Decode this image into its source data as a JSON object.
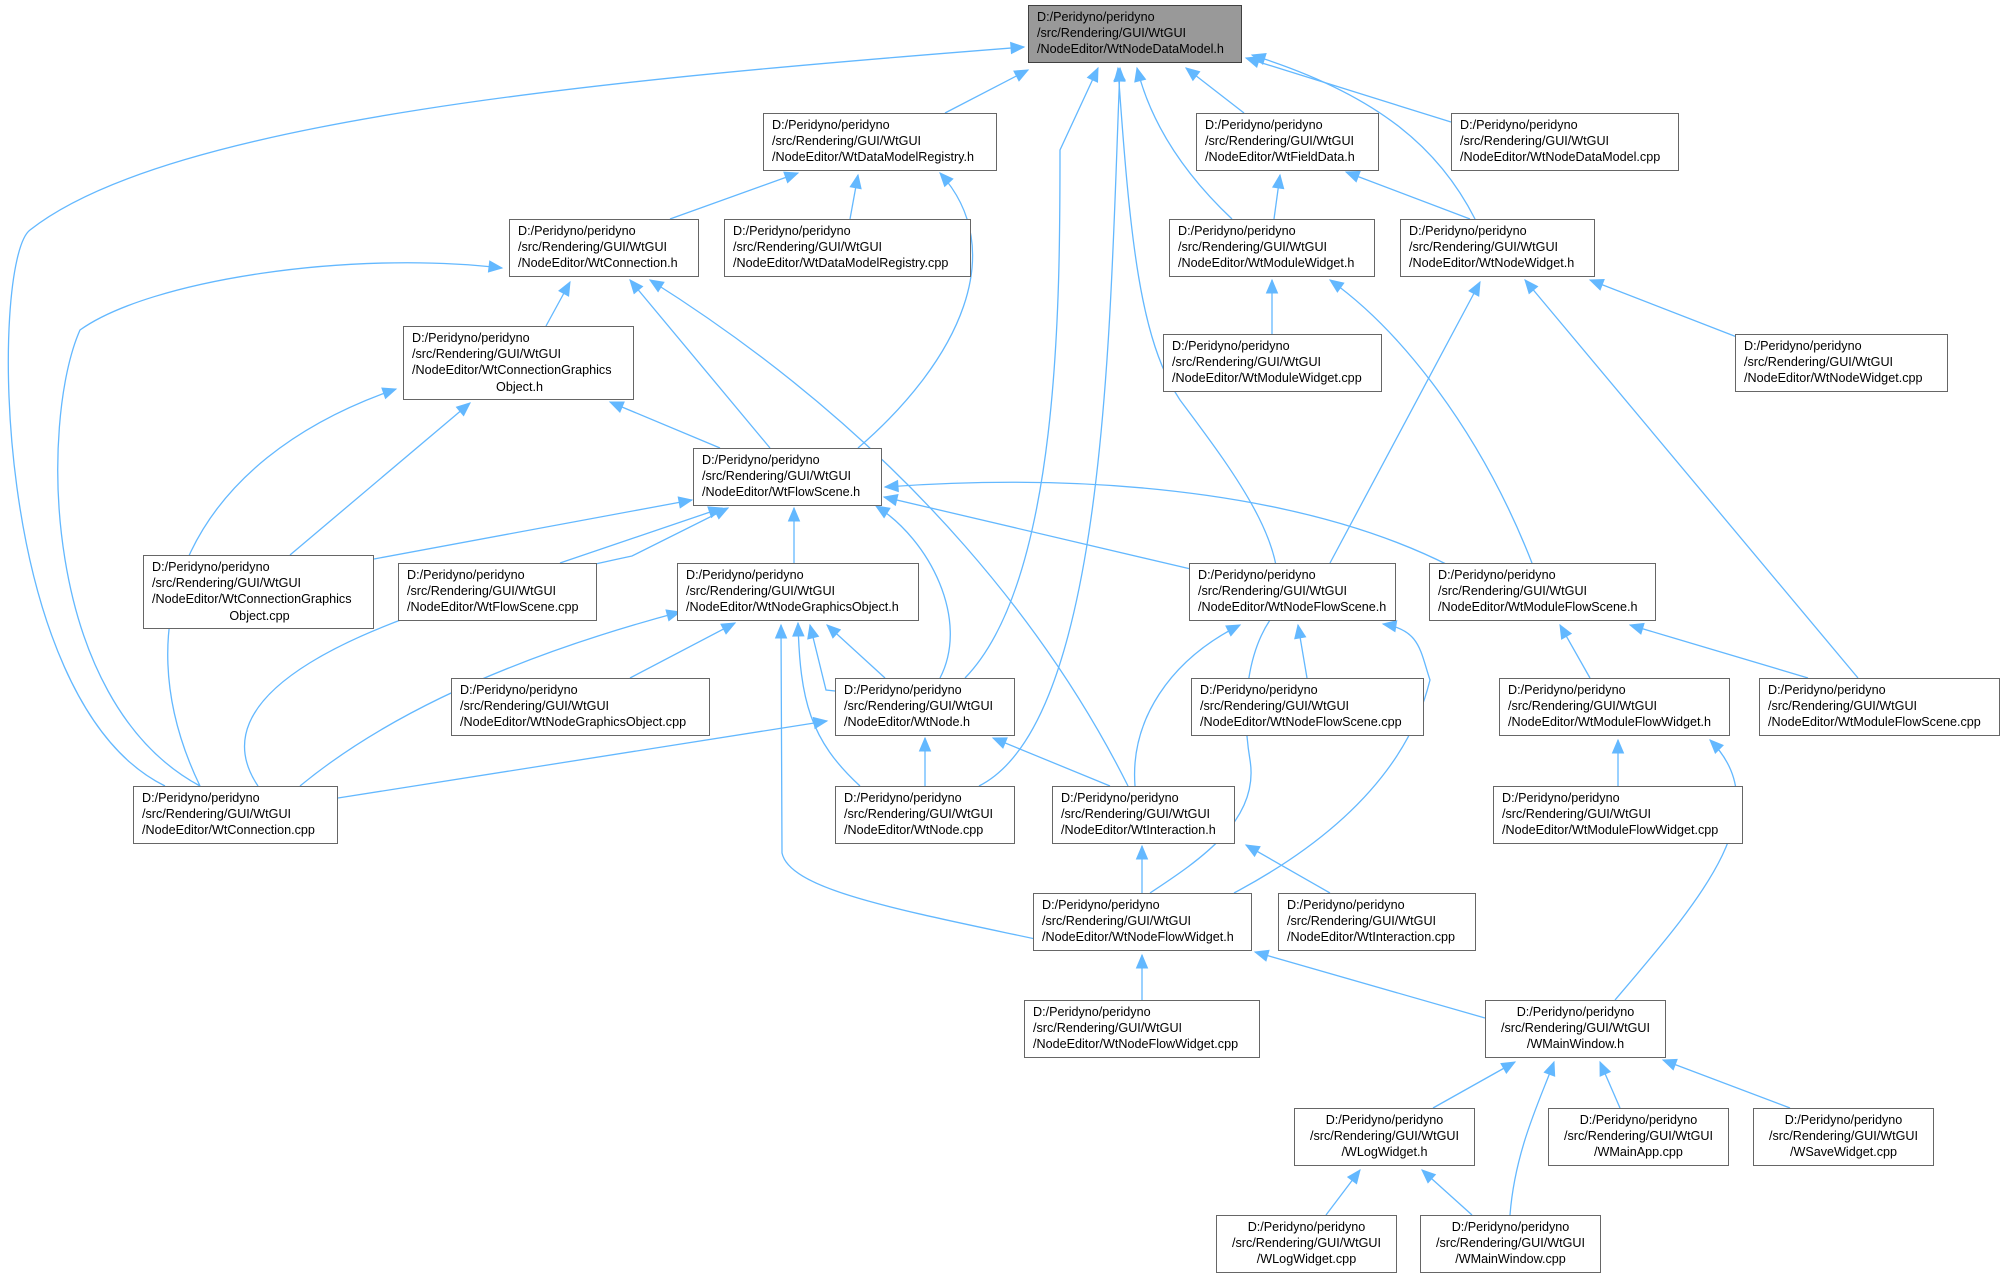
{
  "colors": {
    "edge": "#63b8ff",
    "root_fill": "#999999",
    "node_border": "#666666"
  },
  "nodes": [
    {
      "id": "n1",
      "lines": [
        "D:/Peridyno/peridyno",
        "/src/Rendering/GUI/WtGUI",
        "/NodeEditor/WtNodeDataModel.h"
      ],
      "root": true
    },
    {
      "id": "n2",
      "lines": [
        "D:/Peridyno/peridyno",
        "/src/Rendering/GUI/WtGUI",
        "/NodeEditor/WtDataModelRegistry.h"
      ]
    },
    {
      "id": "n3",
      "lines": [
        "D:/Peridyno/peridyno",
        "/src/Rendering/GUI/WtGUI",
        "/NodeEditor/WtFieldData.h"
      ]
    },
    {
      "id": "n4",
      "lines": [
        "D:/Peridyno/peridyno",
        "/src/Rendering/GUI/WtGUI",
        "/NodeEditor/WtNodeDataModel.cpp"
      ]
    },
    {
      "id": "n5",
      "lines": [
        "D:/Peridyno/peridyno",
        "/src/Rendering/GUI/WtGUI",
        "/NodeEditor/WtConnection.h"
      ]
    },
    {
      "id": "n6",
      "lines": [
        "D:/Peridyno/peridyno",
        "/src/Rendering/GUI/WtGUI",
        "/NodeEditor/WtDataModelRegistry.cpp"
      ]
    },
    {
      "id": "n7",
      "lines": [
        "D:/Peridyno/peridyno",
        "/src/Rendering/GUI/WtGUI",
        "/NodeEditor/WtModuleWidget.h"
      ]
    },
    {
      "id": "n8",
      "lines": [
        "D:/Peridyno/peridyno",
        "/src/Rendering/GUI/WtGUI",
        "/NodeEditor/WtNodeWidget.h"
      ]
    },
    {
      "id": "n9",
      "lines": [
        "D:/Peridyno/peridyno",
        "/src/Rendering/GUI/WtGUI",
        "/NodeEditor/WtConnectionGraphics",
        "Object.h"
      ],
      "center_last": true
    },
    {
      "id": "n10",
      "lines": [
        "D:/Peridyno/peridyno",
        "/src/Rendering/GUI/WtGUI",
        "/NodeEditor/WtModuleWidget.cpp"
      ]
    },
    {
      "id": "n11",
      "lines": [
        "D:/Peridyno/peridyno",
        "/src/Rendering/GUI/WtGUI",
        "/NodeEditor/WtNodeWidget.cpp"
      ]
    },
    {
      "id": "n12",
      "lines": [
        "D:/Peridyno/peridyno",
        "/src/Rendering/GUI/WtGUI",
        "/NodeEditor/WtFlowScene.h"
      ]
    },
    {
      "id": "n13",
      "lines": [
        "D:/Peridyno/peridyno",
        "/src/Rendering/GUI/WtGUI",
        "/NodeEditor/WtConnectionGraphics",
        "Object.cpp"
      ],
      "center_last": true
    },
    {
      "id": "n14",
      "lines": [
        "D:/Peridyno/peridyno",
        "/src/Rendering/GUI/WtGUI",
        "/NodeEditor/WtFlowScene.cpp"
      ]
    },
    {
      "id": "n15",
      "lines": [
        "D:/Peridyno/peridyno",
        "/src/Rendering/GUI/WtGUI",
        "/NodeEditor/WtNodeGraphicsObject.h"
      ]
    },
    {
      "id": "n16",
      "lines": [
        "D:/Peridyno/peridyno",
        "/src/Rendering/GUI/WtGUI",
        "/NodeEditor/WtNodeFlowScene.h"
      ]
    },
    {
      "id": "n17",
      "lines": [
        "D:/Peridyno/peridyno",
        "/src/Rendering/GUI/WtGUI",
        "/NodeEditor/WtModuleFlowScene.h"
      ]
    },
    {
      "id": "n18",
      "lines": [
        "D:/Peridyno/peridyno",
        "/src/Rendering/GUI/WtGUI",
        "/NodeEditor/WtNodeGraphicsObject.cpp"
      ]
    },
    {
      "id": "n19",
      "lines": [
        "D:/Peridyno/peridyno",
        "/src/Rendering/GUI/WtGUI",
        "/NodeEditor/WtNode.h"
      ]
    },
    {
      "id": "n20",
      "lines": [
        "D:/Peridyno/peridyno",
        "/src/Rendering/GUI/WtGUI",
        "/NodeEditor/WtNodeFlowScene.cpp"
      ]
    },
    {
      "id": "n21",
      "lines": [
        "D:/Peridyno/peridyno",
        "/src/Rendering/GUI/WtGUI",
        "/NodeEditor/WtModuleFlowWidget.h"
      ]
    },
    {
      "id": "n22",
      "lines": [
        "D:/Peridyno/peridyno",
        "/src/Rendering/GUI/WtGUI",
        "/NodeEditor/WtModuleFlowScene.cpp"
      ]
    },
    {
      "id": "n23",
      "lines": [
        "D:/Peridyno/peridyno",
        "/src/Rendering/GUI/WtGUI",
        "/NodeEditor/WtConnection.cpp"
      ]
    },
    {
      "id": "n24",
      "lines": [
        "D:/Peridyno/peridyno",
        "/src/Rendering/GUI/WtGUI",
        "/NodeEditor/WtNode.cpp"
      ]
    },
    {
      "id": "n25",
      "lines": [
        "D:/Peridyno/peridyno",
        "/src/Rendering/GUI/WtGUI",
        "/NodeEditor/WtInteraction.h"
      ]
    },
    {
      "id": "n26",
      "lines": [
        "D:/Peridyno/peridyno",
        "/src/Rendering/GUI/WtGUI",
        "/NodeEditor/WtModuleFlowWidget.cpp"
      ]
    },
    {
      "id": "n27",
      "lines": [
        "D:/Peridyno/peridyno",
        "/src/Rendering/GUI/WtGUI",
        "/NodeEditor/WtNodeFlowWidget.h"
      ]
    },
    {
      "id": "n28",
      "lines": [
        "D:/Peridyno/peridyno",
        "/src/Rendering/GUI/WtGUI",
        "/NodeEditor/WtInteraction.cpp"
      ]
    },
    {
      "id": "n29",
      "lines": [
        "D:/Peridyno/peridyno",
        "/src/Rendering/GUI/WtGUI",
        "/NodeEditor/WtNodeFlowWidget.cpp"
      ]
    },
    {
      "id": "n30",
      "lines": [
        "D:/Peridyno/peridyno",
        "/src/Rendering/GUI/WtGUI",
        "/WMainWindow.h"
      ],
      "center": true
    },
    {
      "id": "n31",
      "lines": [
        "D:/Peridyno/peridyno",
        "/src/Rendering/GUI/WtGUI",
        "/WLogWidget.h"
      ],
      "center": true
    },
    {
      "id": "n32",
      "lines": [
        "D:/Peridyno/peridyno",
        "/src/Rendering/GUI/WtGUI",
        "/WMainApp.cpp"
      ],
      "center": true
    },
    {
      "id": "n33",
      "lines": [
        "D:/Peridyno/peridyno",
        "/src/Rendering/GUI/WtGUI",
        "/WSaveWidget.cpp"
      ],
      "center": true
    },
    {
      "id": "n34",
      "lines": [
        "D:/Peridyno/peridyno",
        "/src/Rendering/GUI/WtGUI",
        "/WLogWidget.cpp"
      ],
      "center": true
    },
    {
      "id": "n35",
      "lines": [
        "D:/Peridyno/peridyno",
        "/src/Rendering/GUI/WtGUI",
        "/WMainWindow.cpp"
      ],
      "center": true
    }
  ],
  "edges": [
    [
      "n2",
      "n1"
    ],
    [
      "n3",
      "n1"
    ],
    [
      "n4",
      "n1"
    ],
    [
      "n7",
      "n1"
    ],
    [
      "n8",
      "n1"
    ],
    [
      "n19",
      "n1"
    ],
    [
      "n24",
      "n1"
    ],
    [
      "n27",
      "n1"
    ],
    [
      "n23",
      "n1"
    ],
    [
      "n5",
      "n2"
    ],
    [
      "n6",
      "n2"
    ],
    [
      "n12",
      "n2"
    ],
    [
      "n7",
      "n3"
    ],
    [
      "n8",
      "n3"
    ],
    [
      "n9",
      "n5"
    ],
    [
      "n12",
      "n5"
    ],
    [
      "n23",
      "n5"
    ],
    [
      "n25",
      "n5"
    ],
    [
      "n10",
      "n7"
    ],
    [
      "n17",
      "n7"
    ],
    [
      "n11",
      "n8"
    ],
    [
      "n16",
      "n8"
    ],
    [
      "n22",
      "n8"
    ],
    [
      "n12",
      "n9"
    ],
    [
      "n13",
      "n9"
    ],
    [
      "n23",
      "n9"
    ],
    [
      "n13",
      "n12"
    ],
    [
      "n14",
      "n12"
    ],
    [
      "n15",
      "n12"
    ],
    [
      "n16",
      "n12"
    ],
    [
      "n17",
      "n12"
    ],
    [
      "n19",
      "n12"
    ],
    [
      "n23",
      "n12"
    ],
    [
      "n18",
      "n15"
    ],
    [
      "n19",
      "n15"
    ],
    [
      "n23",
      "n15"
    ],
    [
      "n24",
      "n15"
    ],
    [
      "n27",
      "n15"
    ],
    [
      "n15",
      "n19"
    ],
    [
      "n23",
      "n19"
    ],
    [
      "n24",
      "n19"
    ],
    [
      "n25",
      "n19"
    ],
    [
      "n20",
      "n16"
    ],
    [
      "n25",
      "n16"
    ],
    [
      "n27",
      "n16"
    ],
    [
      "n21",
      "n17"
    ],
    [
      "n22",
      "n17"
    ],
    [
      "n26",
      "n21"
    ],
    [
      "n30",
      "n21"
    ],
    [
      "n27",
      "n25"
    ],
    [
      "n28",
      "n25"
    ],
    [
      "n29",
      "n27"
    ],
    [
      "n30",
      "n27"
    ],
    [
      "n31",
      "n30"
    ],
    [
      "n32",
      "n30"
    ],
    [
      "n33",
      "n30"
    ],
    [
      "n35",
      "n30"
    ],
    [
      "n34",
      "n31"
    ],
    [
      "n35",
      "n31"
    ]
  ]
}
